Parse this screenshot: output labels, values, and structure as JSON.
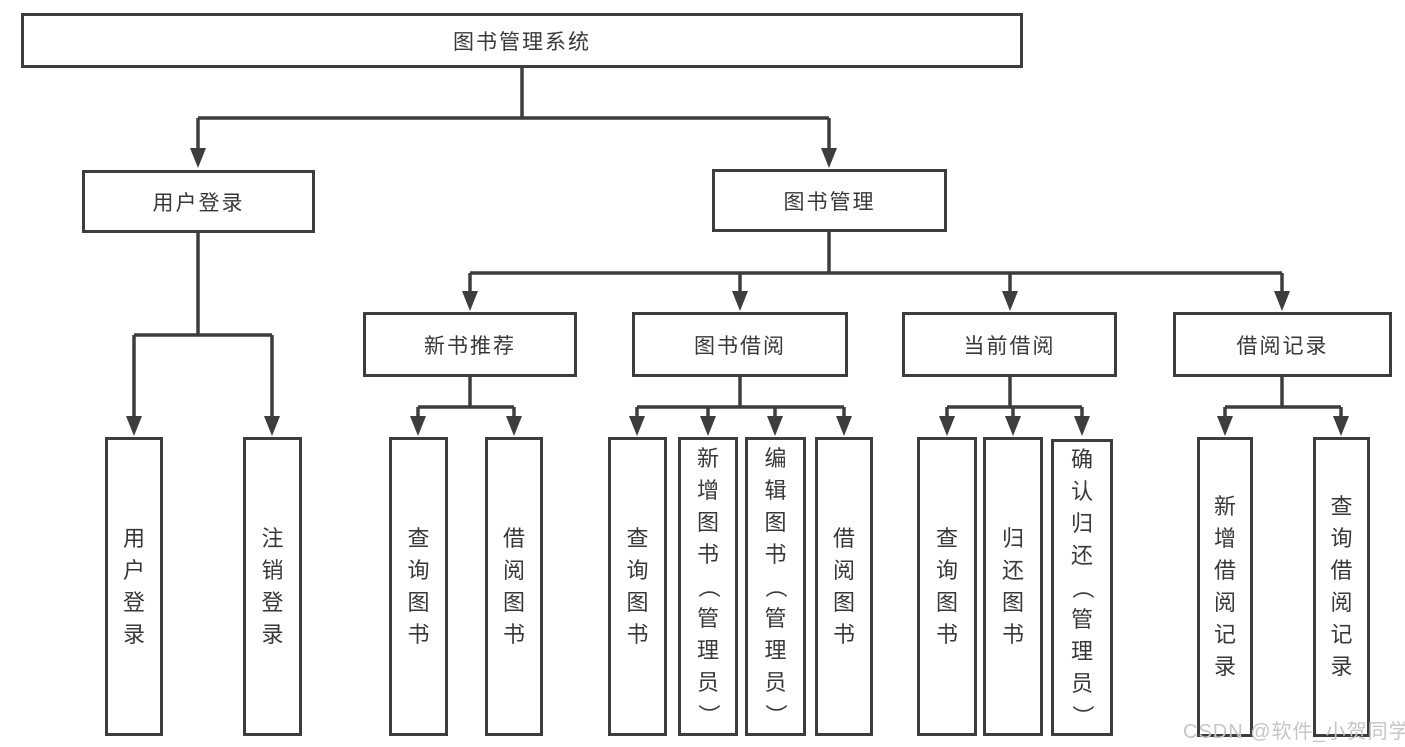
{
  "tree": {
    "label": "图书管理系统",
    "children": [
      {
        "label": "用户登录",
        "children": [
          {
            "label": "用户登录"
          },
          {
            "label": "注销登录"
          }
        ]
      },
      {
        "label": "图书管理",
        "children": [
          {
            "label": "新书推荐",
            "children": [
              {
                "label": "查询图书"
              },
              {
                "label": "借阅图书"
              }
            ]
          },
          {
            "label": "图书借阅",
            "children": [
              {
                "label": "查询图书"
              },
              {
                "label": "新增图书（管理员）"
              },
              {
                "label": "编辑图书（管理员）"
              },
              {
                "label": "借阅图书"
              }
            ]
          },
          {
            "label": "当前借阅",
            "children": [
              {
                "label": "查询图书"
              },
              {
                "label": "归还图书"
              },
              {
                "label": "确认归还（管理员）"
              }
            ]
          },
          {
            "label": "借阅记录",
            "children": [
              {
                "label": "新增借阅记录"
              },
              {
                "label": "查询借阅记录"
              }
            ]
          }
        ]
      }
    ]
  },
  "watermark": {
    "text": "CSDN @软件_小贺同学"
  },
  "colors": {
    "line": "#3d3d3d",
    "text": "#383838",
    "watermark": "#c5c5ca",
    "background": "#ffffff"
  }
}
